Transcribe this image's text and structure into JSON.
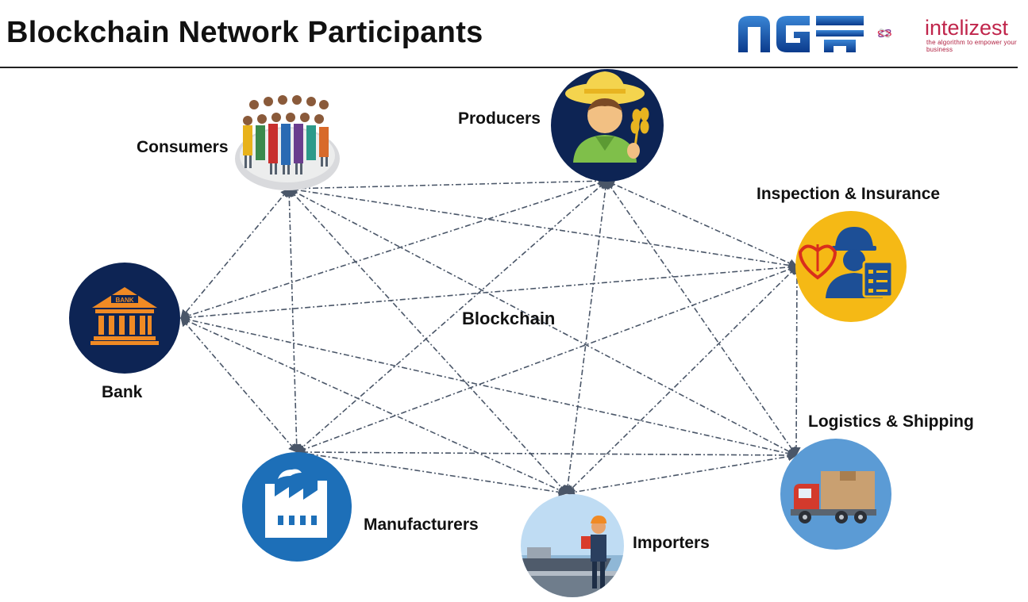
{
  "header": {
    "title": "Blockchain Network Participants",
    "logo_primary": "ngt-logo",
    "logo_secondary_name": "intelizest",
    "logo_secondary_tagline": "the algorithm to empower your business"
  },
  "diagram": {
    "center_label": "Blockchain",
    "nodes": [
      {
        "id": "consumers",
        "label": "Consumers",
        "icon": "crowd-icon"
      },
      {
        "id": "producers",
        "label": "Producers",
        "icon": "farmer-icon"
      },
      {
        "id": "inspection",
        "label": "Inspection & Insurance",
        "icon": "inspector-icon"
      },
      {
        "id": "bank",
        "label": "Bank",
        "icon": "bank-icon"
      },
      {
        "id": "logistics",
        "label": "Logistics & Shipping",
        "icon": "truck-icon"
      },
      {
        "id": "manufacturers",
        "label": "Manufacturers",
        "icon": "factory-icon"
      },
      {
        "id": "importers",
        "label": "Importers",
        "icon": "port-worker-icon"
      }
    ],
    "edges": [
      [
        "consumers",
        "producers"
      ],
      [
        "consumers",
        "inspection"
      ],
      [
        "consumers",
        "bank"
      ],
      [
        "consumers",
        "logistics"
      ],
      [
        "consumers",
        "manufacturers"
      ],
      [
        "consumers",
        "importers"
      ],
      [
        "producers",
        "inspection"
      ],
      [
        "producers",
        "bank"
      ],
      [
        "producers",
        "logistics"
      ],
      [
        "producers",
        "manufacturers"
      ],
      [
        "producers",
        "importers"
      ],
      [
        "inspection",
        "bank"
      ],
      [
        "inspection",
        "logistics"
      ],
      [
        "inspection",
        "manufacturers"
      ],
      [
        "inspection",
        "importers"
      ],
      [
        "bank",
        "logistics"
      ],
      [
        "bank",
        "manufacturers"
      ],
      [
        "bank",
        "importers"
      ],
      [
        "logistics",
        "manufacturers"
      ],
      [
        "logistics",
        "importers"
      ],
      [
        "manufacturers",
        "importers"
      ]
    ],
    "colors": {
      "edge": "#4a5668",
      "navy": "#0d2454",
      "gold": "#f5b915",
      "blue": "#1d6fb8",
      "sky": "#5b9bd5"
    }
  }
}
